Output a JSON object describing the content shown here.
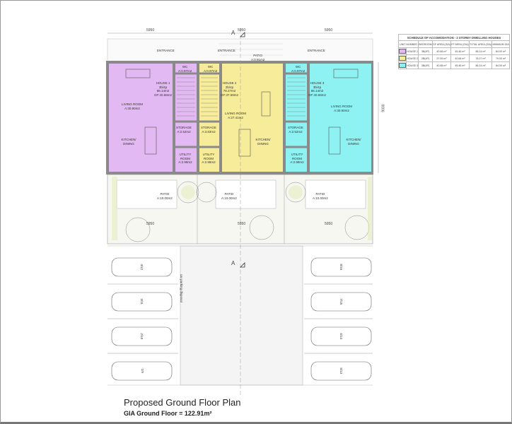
{
  "title": "Proposed Ground Floor Plan",
  "subtitle": "GIA Ground Floor = 122.91m²",
  "colors": {
    "house1": "#e2b9f2",
    "house2": "#f7ec9a",
    "house3": "#8ff2f2",
    "wall": "#8a8a8a"
  },
  "dimensions": {
    "width": "5950",
    "depth": "9000",
    "section": "A"
  },
  "schedule": {
    "title": "SCHEDULE OF ACCOMODATION - 2 STOREY DWELLING HOUSES",
    "headers": [
      "UNIT NUMBER",
      "BEDROOM",
      "GF AREA (GIA)",
      "FF AREA (GIA)",
      "TOTAL AREA (GIA)",
      "MINIMUM GIA"
    ],
    "rows": [
      {
        "unit": "HOUSE 1",
        "bedroom": "3B(4P)",
        "gf": "40.68 m²",
        "ff": "45.46 m²",
        "total": "86.14 m²",
        "min": "84.00 m²"
      },
      {
        "unit": "HOUSE 2",
        "bedroom": "2B(4P)",
        "gf": "37.59 m²",
        "ff": "40.68 m²",
        "total": "78.27 m²",
        "min": "79.00 m²"
      },
      {
        "unit": "HOUSE 3",
        "bedroom": "3B(4P)",
        "gf": "40.68 m²",
        "ff": "45.46 m²",
        "total": "86.14 m²",
        "min": "84.00 m²"
      }
    ]
  },
  "labels": {
    "entrance": "ENTRANCE",
    "patio_front": "PATIO",
    "patio_front_area": "A:0.91m2",
    "h1_name": "HOUSE 1",
    "h1_type": "3b/4p",
    "h1_area": "86.14m2",
    "h1_gf": "GF:40.68m2",
    "h2_name": "HOUSE 2",
    "h2_type": "2b/4p",
    "h2_area": "78.27m2",
    "h2_gf": "GF:37.59m2",
    "h3_name": "HOUSE 3",
    "h3_type": "3b/4p",
    "h3_area": "86.14m2",
    "h3_gf": "GF:40.68m2",
    "living": "LIVING ROOM",
    "living13_area": "A:30.90m2",
    "living2_area": "A:27.41m2",
    "kitchen": "KITCHEN/ DINING",
    "storage": "STORAGE",
    "storage13_area": "A:2.52m2",
    "storage2_area": "A:3.83m2",
    "utility": "UTILITY ROOM",
    "utility_area": "A:2.99m2",
    "wc": "WC",
    "wc_area": "A:0.97m2",
    "patio": "PATIO",
    "patio_area": "A:10.00m2",
    "parking": "car parking disposal",
    "bays": [
      "4/12",
      "3/11",
      "2/10",
      "1/9",
      "8/16",
      "7/15",
      "6/14",
      "5/13"
    ]
  }
}
